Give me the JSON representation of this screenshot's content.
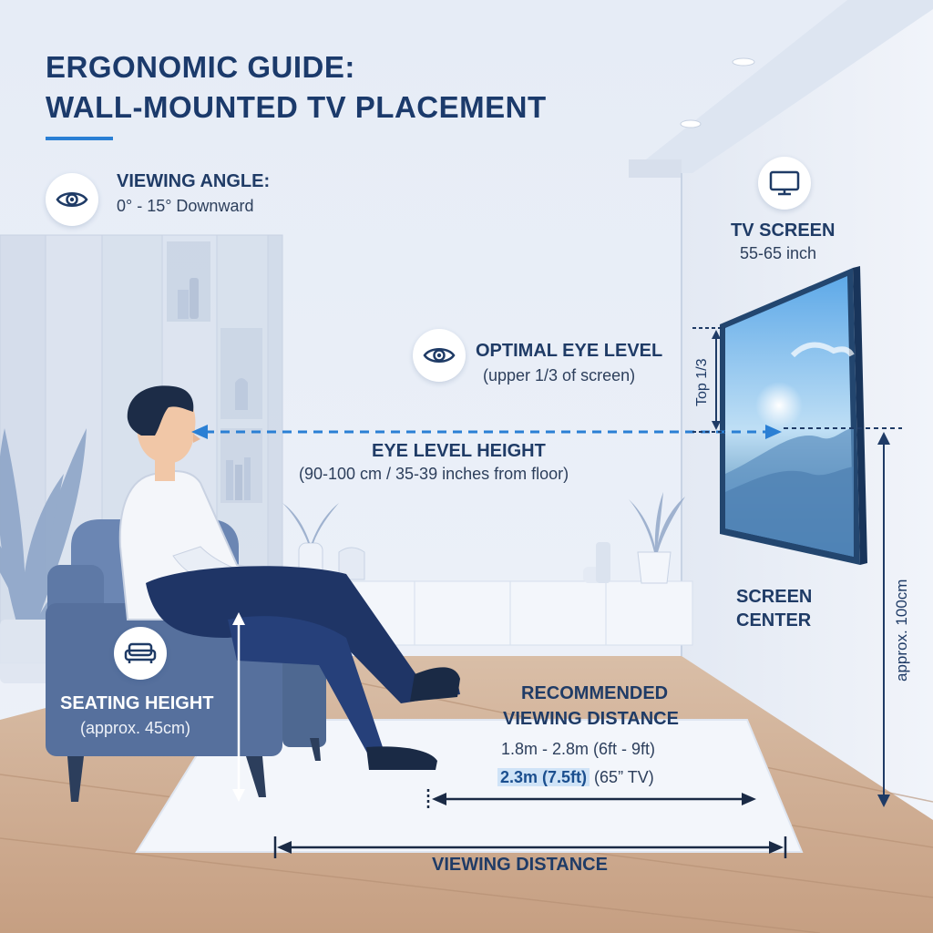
{
  "title": {
    "line1": "ERGONOMIC GUIDE:",
    "line2": "WALL-MOUNTED TV PLACEMENT"
  },
  "viewing_angle": {
    "heading": "VIEWING ANGLE:",
    "value": "0° - 15° Downward",
    "icon": "eye-icon"
  },
  "tv_screen": {
    "heading": "TV SCREEN",
    "size": "55-65 inch",
    "icon": "tv-icon"
  },
  "optimal_eye_level": {
    "heading": "OPTIMAL EYE LEVEL",
    "detail": "(upper 1/3 of screen)",
    "icon": "eye-icon"
  },
  "top_third_label": "Top 1/3",
  "eye_level_height": {
    "heading": "EYE LEVEL HEIGHT",
    "detail": "(90-100 cm / 35-39 inches from floor)"
  },
  "screen_center": {
    "line1": "SCREEN",
    "line2": "CENTER"
  },
  "center_height_label": "approx. 100cm",
  "seating_height": {
    "heading": "SEATING HEIGHT",
    "detail": "(approx. 45cm)",
    "icon": "sofa-icon"
  },
  "recommended_distance": {
    "line1": "RECOMMENDED",
    "line2": "VIEWING DISTANCE",
    "range": "1.8m - 2.8m (6ft - 9ft)",
    "highlight": "2.3m (7.5ft)",
    "highlight_suffix": "(65” TV)"
  },
  "viewing_distance_label": "VIEWING DISTANCE",
  "colors": {
    "navy": "#1f3b66",
    "accent_blue": "#2a7fd4",
    "sofa": "#55709e",
    "floor": "#c9a88d",
    "wall": "#e9eef7"
  }
}
